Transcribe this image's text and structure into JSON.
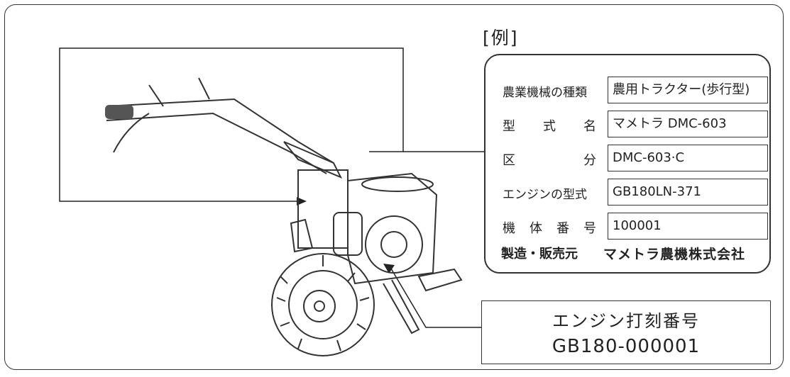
{
  "example_label": "[例]",
  "plate": {
    "rows": [
      {
        "label": "農業機械の種類",
        "value": "農用トラクター(歩行型)"
      },
      {
        "label_chars": [
          "型",
          "式",
          "名"
        ],
        "value": "マメトラ DMC-603"
      },
      {
        "label_chars": [
          "区",
          "分"
        ],
        "value": "DMC-603·C"
      },
      {
        "label": "エンジンの型式",
        "value": "GB180LN-371"
      },
      {
        "label_chars": [
          "機",
          "体",
          "番",
          "号"
        ],
        "value": "100001"
      }
    ],
    "footer_label": "製造・販売元",
    "manufacturer": "マメトラ農機株式会社"
  },
  "engine_stamp": {
    "title": "エンジン打刻番号",
    "number": "GB180-000001"
  }
}
